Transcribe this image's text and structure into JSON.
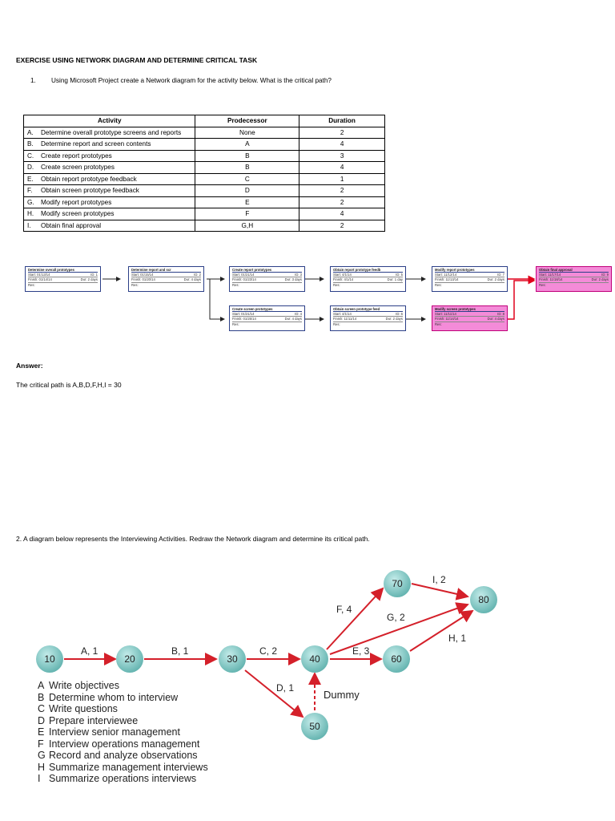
{
  "heading": "EXERCISE USING NETWORK DIAGRAM AND DETERMINE CRITICAL TASK",
  "question1": {
    "number": "1.",
    "text": "Using Microsoft Project create a Network diagram for the activity below. What is the critical path?"
  },
  "table": {
    "headers": [
      "Activity",
      "Prodecessor",
      "Duration"
    ],
    "rows": [
      {
        "letter": "A.",
        "activity": "Determine overall prototype screens and reports",
        "predecessor": "None",
        "duration": "2"
      },
      {
        "letter": "B.",
        "activity": "Determine report and screen contents",
        "predecessor": "A",
        "duration": "4"
      },
      {
        "letter": "C.",
        "activity": "Create report prototypes",
        "predecessor": "B",
        "duration": "3"
      },
      {
        "letter": "D.",
        "activity": "Create screen prototypes",
        "predecessor": "B",
        "duration": "4"
      },
      {
        "letter": "E.",
        "activity": "Obtain report prototype feedback",
        "predecessor": "C",
        "duration": "1"
      },
      {
        "letter": "F.",
        "activity": "Obtain screen prototype feedback",
        "predecessor": "D",
        "duration": "2"
      },
      {
        "letter": "G.",
        "activity": "Modify report prototypes",
        "predecessor": "E",
        "duration": "2"
      },
      {
        "letter": "H.",
        "activity": "Modify screen prototypes",
        "predecessor": "F",
        "duration": "4"
      },
      {
        "letter": "I.",
        "activity": "Obtain final approval",
        "predecessor": "G,H",
        "duration": "2"
      }
    ]
  },
  "network_boxes": [
    {
      "title": "Determine overall prototypes",
      "start": "Start: 01/13/14",
      "id": "ID: 1",
      "finish": "Finish: 01/14/14",
      "dur": "Dur: 2 days",
      "res": "Res:",
      "critical": false
    },
    {
      "title": "Determine report and scr",
      "start": "Start: 01/15/14",
      "id": "ID: 2",
      "finish": "Finish: 01/20/14",
      "dur": "Dur: 4 days",
      "res": "Res:",
      "critical": false
    },
    {
      "title": "Create report prototypes",
      "start": "Start: 01/21/14",
      "id": "ID: 3",
      "finish": "Finish: 01/23/14",
      "dur": "Dur: 3 days",
      "res": "Res:",
      "critical": false
    },
    {
      "title": "Obtain report prototype feedb",
      "start": "Start: 4/1/14",
      "id": "ID: 5",
      "finish": "Finish: 4/1/14",
      "dur": "Dur: 1 day",
      "res": "Res:",
      "critical": false
    },
    {
      "title": "Modify report prototypes",
      "start": "Start: 11/12/14",
      "id": "ID: 7",
      "finish": "Finish: 11/13/14",
      "dur": "Dur: 2 days",
      "res": "Res:",
      "critical": false
    },
    {
      "title": "Obtain final approval",
      "start": "Start: 11/17/14",
      "id": "ID: 9",
      "finish": "Finish: 11/18/14",
      "dur": "Dur: 2 days",
      "res": "Res:",
      "critical": true
    },
    {
      "title": "Create screen prototypes",
      "start": "Start: 01/21/14",
      "id": "ID: 4",
      "finish": "Finish: 01/25/14",
      "dur": "Dur: 4 days",
      "res": "Res:",
      "critical": false
    },
    {
      "title": "Obtain screen prototype feed",
      "start": "Start: 4/1/14",
      "id": "ID: 6",
      "finish": "Finish: 11/11/14",
      "dur": "Dur: 2 days",
      "res": "Res:",
      "critical": false
    },
    {
      "title": "Modify screen prototypes",
      "start": "Start: 11/11/14",
      "id": "ID: 8",
      "finish": "Finish: 11/14/14",
      "dur": "Dur: 4 days",
      "res": "Res:",
      "critical": true
    }
  ],
  "answer_heading": "Answer:",
  "answer_text": "The critical path is A,B,D,F,H,I = 30",
  "question2": "2.  A diagram below represents the Interviewing Activities. Redraw the Network diagram and determine its critical path.",
  "interview_diagram": {
    "nodes": [
      "10",
      "20",
      "30",
      "40",
      "50",
      "60",
      "70",
      "80"
    ],
    "edge_labels": [
      "A, 1",
      "B, 1",
      "C, 2",
      "D, 1",
      "E, 3",
      "F, 4",
      "G, 2",
      "H, 1",
      "I, 2"
    ],
    "dummy_label": "Dummy",
    "node_color": "#7fc8c5",
    "arrow_color": "#d4202a"
  },
  "legend": [
    {
      "key": "A",
      "text": "Write objectives"
    },
    {
      "key": "B",
      "text": "Determine whom to interview"
    },
    {
      "key": "C",
      "text": "Write questions"
    },
    {
      "key": "D",
      "text": "Prepare interviewee"
    },
    {
      "key": "E",
      "text": "Interview senior management"
    },
    {
      "key": "F",
      "text": "Interview operations management"
    },
    {
      "key": "G",
      "text": "Record and analyze observations"
    },
    {
      "key": "H",
      "text": "Summarize management interviews"
    },
    {
      "key": "I",
      "text": "Summarize operations interviews"
    }
  ]
}
